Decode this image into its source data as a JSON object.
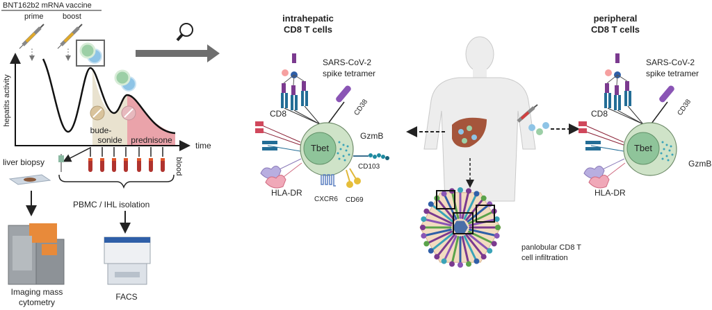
{
  "timeline": {
    "vaccine_title": "BNT162b2 mRNA vaccine",
    "prime": "prime",
    "boost": "boost",
    "y_axis": "hepatits activity",
    "x_axis": "time",
    "budesonide_1": "bude-",
    "budesonide_2": "sonide",
    "prednisone": "prednisone",
    "blood": "blood",
    "liver_biopsy": "liver biopsy",
    "isolation": "PBMC / IHL isolation",
    "imaging_1": "Imaging mass",
    "imaging_2": "cytometry",
    "facs": "FACS"
  },
  "intrahepatic": {
    "title_1": "intrahepatic",
    "title_2": "CD8 T cells",
    "tetramer_1": "SARS-CoV-2",
    "tetramer_2": "spike tetramer",
    "cd8": "CD8",
    "cd38": "CD38",
    "gzmb": "GzmB",
    "tbet": "Tbet",
    "cd103": "CD103",
    "hladr": "HLA-DR",
    "cxcr6": "CXCR6",
    "cd69": "CD69"
  },
  "peripheral": {
    "title_1": "peripheral",
    "title_2": "CD8 T cells",
    "tetramer_1": "SARS-CoV-2",
    "tetramer_2": "spike tetramer",
    "cd8": "CD8",
    "cd38": "CD38",
    "gzmb": "GzmB",
    "tbet": "Tbet",
    "hladr": "HLA-DR"
  },
  "liver": {
    "infiltration_1": "panlobular CD8 T",
    "infiltration_2": "cell infiltration"
  },
  "colors": {
    "budesonide": "#e9e2cf",
    "prednisone": "#eaa3aa",
    "cell": "#cfe3c8",
    "nucleus": "#8fc49a",
    "arrow": "#6e6e6e"
  }
}
